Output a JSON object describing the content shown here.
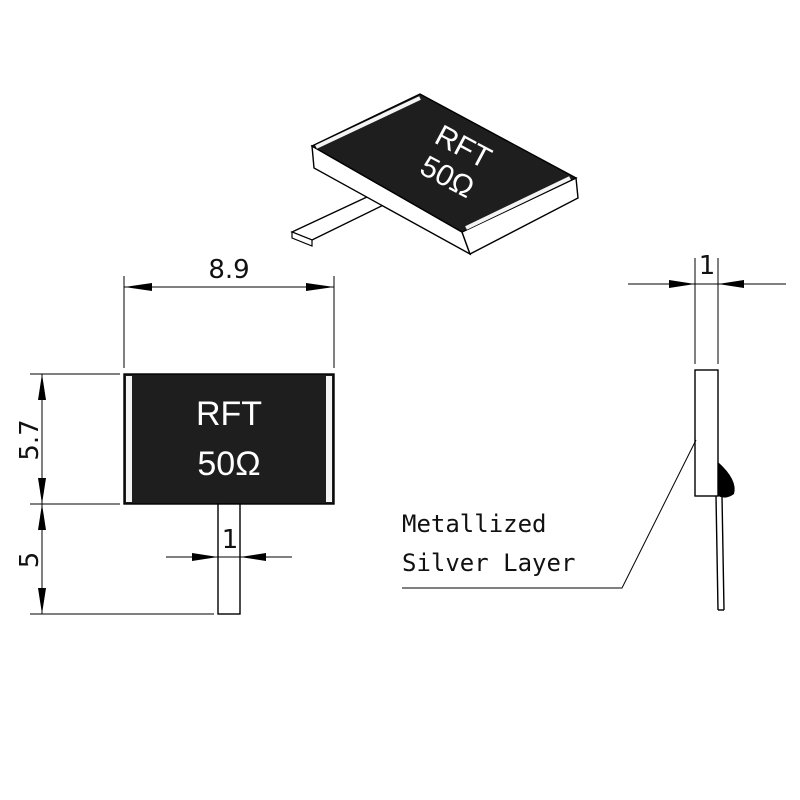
{
  "part": {
    "marking_line1": "RFT",
    "marking_line2": "50Ω",
    "body_color": "#1e1e1e",
    "edge_color": "#f4f4f4"
  },
  "dimensions": {
    "width": "8.9",
    "height": "5.7",
    "lead_length": "5",
    "lead_width": "1",
    "thickness": "1"
  },
  "callout": {
    "line1": "Metallized",
    "line2": "Silver Layer"
  }
}
